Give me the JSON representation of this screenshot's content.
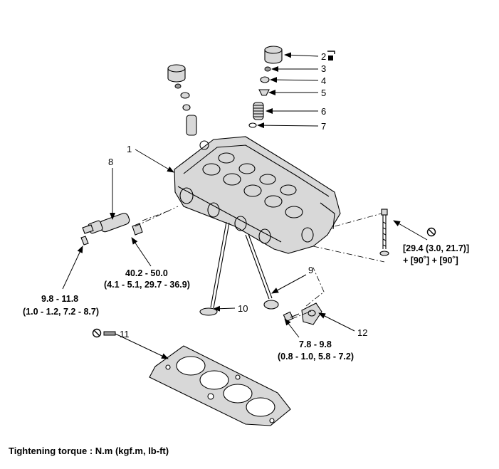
{
  "callouts": [
    "1",
    "2",
    "3",
    "4",
    "5",
    "6",
    "7",
    "8",
    "9",
    "10",
    "11",
    "12"
  ],
  "torques": {
    "t8_line1": "9.8 - 11.8",
    "t8_line2": "(1.0 - 1.2, 7.2 - 8.7)",
    "tcam_line1": "40.2 - 50.0",
    "tcam_line2": "(4.1 - 5.1, 29.7 - 36.9)",
    "tbolt_line1": "[29.4 (3.0, 21.7)]",
    "tbolt_line2": "+ [90˚] + [90˚]",
    "t12_line1": "7.8 - 9.8",
    "t12_line2": "(0.8 - 1.0, 5.8 - 7.2)"
  },
  "footer": "Tightening torque : N.m (kgf.m, lb-ft)"
}
